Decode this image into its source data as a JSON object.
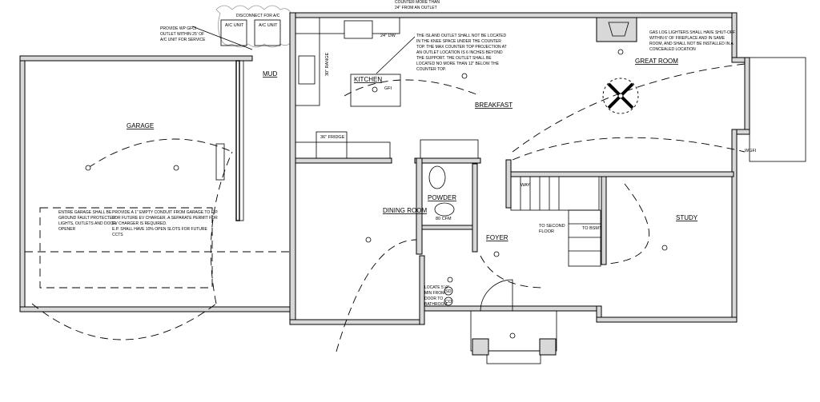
{
  "rooms": {
    "garage": "GARAGE",
    "mud": "MUD",
    "kitchen": "KITCHEN",
    "breakfast": "BREAKFAST",
    "great_room": "GREAT ROOM",
    "dining_room": "DINING ROOM",
    "powder": "POWDER",
    "foyer": "FOYER",
    "study": "STUDY"
  },
  "labels": {
    "ac_unit_1": "A/C UNIT",
    "ac_unit_2": "A/C UNIT",
    "fridge": "36\" FRIDGE",
    "range": "30\" RANGE",
    "dw": "24\" DW",
    "fan": "80 CFM",
    "to_second_floor": [
      "TO SECOND",
      "FLOOR"
    ],
    "to_bsmt": "TO BSMT",
    "way": "WAY",
    "gfi": "GFI",
    "wgfi": "WGFI",
    "sd": "SD",
    "co": "CO"
  },
  "notes": {
    "disconnect": "DISCONNECT FOR A/C",
    "wp_gfci": [
      "PROVIDE WP GFCI",
      "OUTLET WITHIN 25' OF",
      "A/C UNIT FOR SERVICE"
    ],
    "counter_outlet": [
      "COUNTER MORE THAN",
      "24\" FROM AN OUTLET"
    ],
    "island_outlet": [
      "THE ISLAND OUTLET SHALL NOT BE LOCATED",
      "IN THE KNEE SPACE UNDER THE COUNTER",
      "TOP. THE MAX COUNTER TOP PROJECTION AT",
      "AN OUTLET LOCATION IS 6 INCHES BEYOND",
      "THE SUPPORT. THE OUTLET SHALL BE",
      "LOCATED NO MORE THAN 12\" BELOW THE",
      "COUNTER TOP."
    ],
    "gas_log": [
      "GAS LOG LIGHTERS SHALL HAVE SHUT-OFF",
      "WITHIN 6' OF FIREPLACE AND IN SAME",
      "ROOM, AND SHALL NOT BE INSTALLED IN A",
      "CONCEALED LOCATION"
    ],
    "garage_gfi": [
      "ENTIRE GARAGE SHALL BE",
      "GROUND FAULT PROTECTED:",
      "LIGHTS, OUTLETS AND DOOR",
      "OPENER"
    ],
    "ev_conduit": [
      "PROVIDE A 1\" EMPTY CONDUIT FROM GARAGE TO E.P.",
      "FOR FUTURE EV CHARGER. A SEPARATE PERMIT FOR",
      "EV CHARGER IS REQUIRED.",
      "E.P. SHALL HAVE 10% OPEN SLOTS FOR FUTURE",
      "CCTS"
    ],
    "smoke": [
      "LOCATE 5'-0\"",
      "MIN FROM",
      "DOOR TO",
      "BATHROOM"
    ]
  }
}
